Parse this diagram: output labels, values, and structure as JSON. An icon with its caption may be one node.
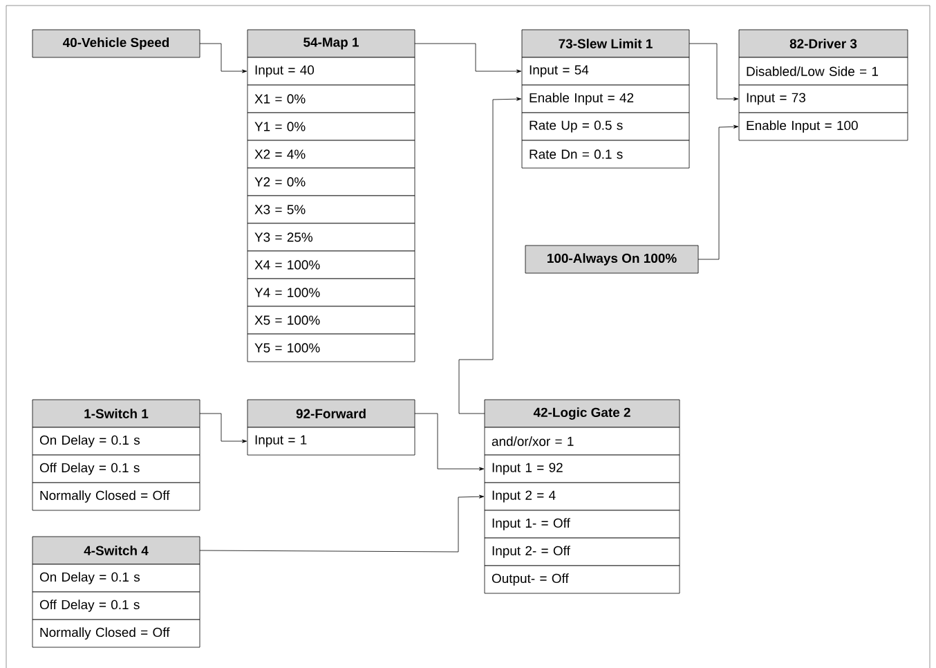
{
  "diagram": {
    "nodes": [
      {
        "text": [
          "40-Vehicle Speed"
        ]
      },
      {
        "text": [
          "54-Map 1"
        ]
      },
      {
        "text": [
          "Input = 40"
        ]
      },
      {
        "text": [
          "X1 = 0%"
        ]
      },
      {
        "text": [
          "Y1 = 0%"
        ]
      },
      {
        "text": [
          "X2 = 4%"
        ]
      },
      {
        "text": [
          "Y2 = 0%"
        ]
      },
      {
        "text": [
          "X3 = 5%"
        ]
      },
      {
        "text": [
          "Y3 = 25%"
        ]
      },
      {
        "text": [
          "X4 = 100%"
        ]
      },
      {
        "text": [
          "Y4 = 100%"
        ]
      },
      {
        "text": [
          "X5 = 100%"
        ]
      },
      {
        "text": [
          "Y5 = 100%"
        ]
      },
      {
        "text": [
          "73-Slew Limit 1"
        ]
      },
      {
        "text": [
          "Input = 54"
        ]
      },
      {
        "text": [
          "Enable Input = 42"
        ]
      },
      {
        "text": [
          "Rate Up = 0.5 s"
        ]
      },
      {
        "text": [
          "Rate Dn = 0.1 s"
        ]
      },
      {
        "text": [
          "82-Driver 3"
        ]
      },
      {
        "text": [
          "Disabled/Low Side = 1"
        ]
      },
      {
        "text": [
          "Input = 73"
        ]
      },
      {
        "text": [
          "Enable Input = 100"
        ]
      },
      {
        "text": [
          "100-Always On 100%"
        ]
      },
      {
        "text": [
          "1-Switch 1"
        ]
      },
      {
        "text": [
          "On Delay = 0.1 s"
        ]
      },
      {
        "text": [
          "Off Delay = 0.1 s"
        ]
      },
      {
        "text": [
          "Normally Closed = Off"
        ]
      },
      {
        "text": [
          "92-Forward"
        ]
      },
      {
        "text": [
          "Input = 1"
        ]
      },
      {
        "text": [
          "42-Logic Gate 2"
        ]
      },
      {
        "text": [
          "and/or/xor = 1"
        ]
      },
      {
        "text": [
          "Input 1 = 92"
        ]
      },
      {
        "text": [
          "Input 2 = 4"
        ]
      },
      {
        "text": [
          "Input 1- = Off"
        ]
      },
      {
        "text": [
          "Input 2- = Off"
        ]
      },
      {
        "text": [
          "Output- = Off"
        ]
      },
      {
        "text": [
          "4-Switch 4"
        ]
      },
      {
        "text": [
          "On Delay = 0.1 s"
        ]
      },
      {
        "text": [
          "Off Delay = 0.1 s"
        ]
      },
      {
        "text": [
          "Normally Closed = Off"
        ]
      }
    ],
    "edges": [
      {
        "from": 0,
        "to": 2,
        "arrow": "to"
      },
      {
        "from": 1,
        "to": 14,
        "arrow": "to"
      },
      {
        "from": 13,
        "to": 20,
        "arrow": "to"
      },
      {
        "from": 22,
        "to": 21,
        "arrow": "to"
      },
      {
        "from": 23,
        "to": 28,
        "arrow": "to"
      },
      {
        "from": 27,
        "to": 31,
        "arrow": "to"
      },
      {
        "from": 36,
        "to": 32,
        "arrow": "to"
      },
      {
        "from": 29,
        "to": 15,
        "arrow": "to"
      }
    ]
  }
}
